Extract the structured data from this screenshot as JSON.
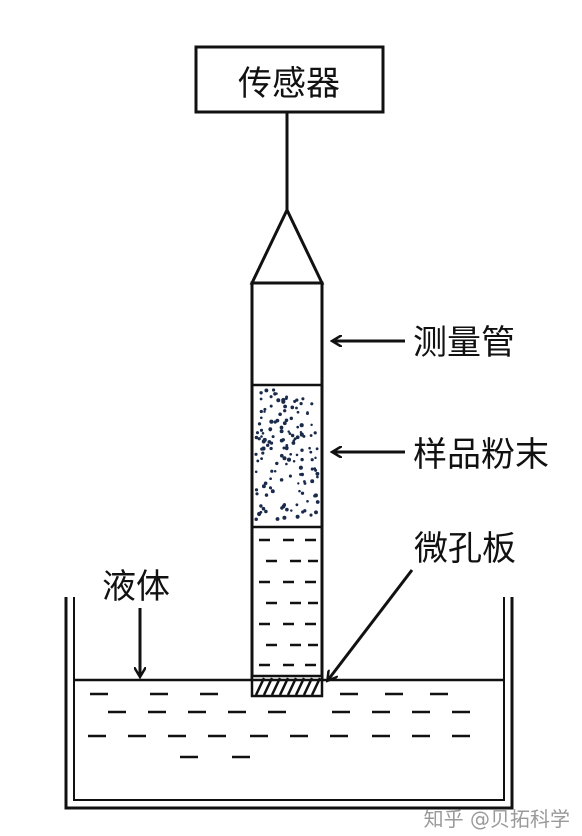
{
  "labels": {
    "sensor": "传感器",
    "tube": "测量管",
    "powder": "样品粉末",
    "plate": "微孔板",
    "liquid": "液体"
  },
  "watermark": "知乎 @贝拓科学",
  "colors": {
    "line": "#111111",
    "background": "#ffffff",
    "watermark": "#9a9a9a"
  }
}
